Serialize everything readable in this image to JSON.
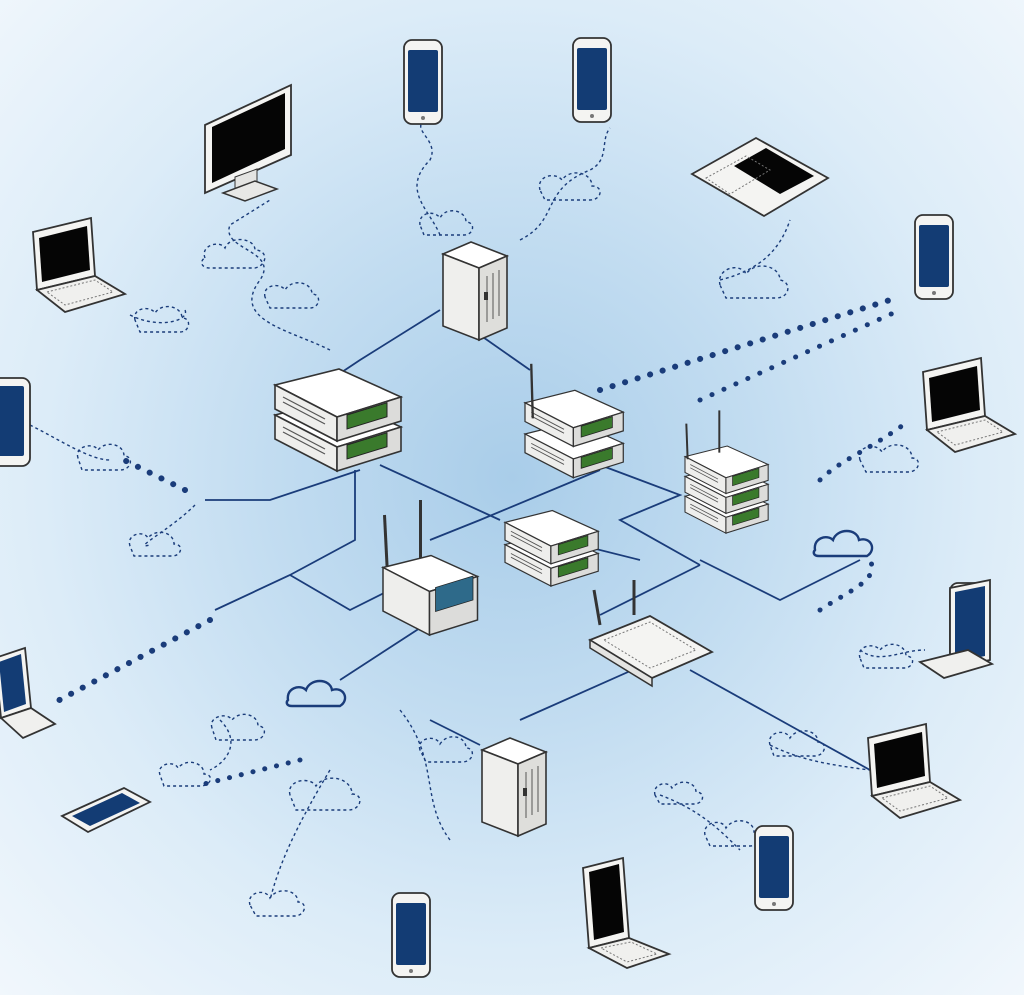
{
  "diagram": {
    "type": "network-topology",
    "background": [
      "#a9cde9",
      "#f1f7fc"
    ],
    "colors": {
      "link": "#1a3c7a",
      "device_body": "#f4f4f2",
      "device_outline": "#3a3a3a",
      "screen_dark": "#050505",
      "screen_blue": "#133c74",
      "status_led": "#7fbf3f"
    },
    "elements": {
      "core_devices": [
        "switch-stack",
        "access-point",
        "router",
        "tower-server"
      ],
      "end_devices": [
        "desktop-monitor",
        "laptop",
        "smartphone",
        "tablet"
      ],
      "links": [
        "wired-link",
        "wireless-link"
      ],
      "clouds": [
        "cloud-icon"
      ]
    }
  }
}
